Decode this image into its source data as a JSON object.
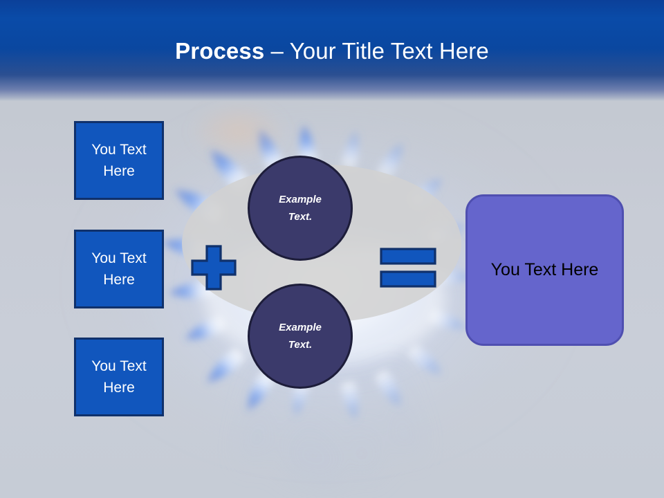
{
  "slide": {
    "title": {
      "strong": "Process",
      "rest": " – Your Title Text Here"
    },
    "header_color": "#0a4ba8",
    "background_color": "#c6ccd6"
  },
  "inputs": {
    "boxes": [
      {
        "label": "You Text Here"
      },
      {
        "label": "You Text Here"
      },
      {
        "label": "You Text Here"
      }
    ],
    "fill_color": "#1156BD",
    "border_color": "#10316b",
    "text_color": "#ffffff"
  },
  "operators": {
    "plus": "+",
    "equals": "=",
    "fill_color": "#1156BD",
    "border_color": "#10316b"
  },
  "circles": [
    {
      "line1": "Example",
      "line2": "Text."
    },
    {
      "line1": "Example",
      "line2": "Text."
    }
  ],
  "circle_style": {
    "fill_color": "#3b3a6b",
    "border_color": "#1d1d3a",
    "text_color": "#ffffff"
  },
  "result": {
    "label": "You Text Here",
    "fill_color": "#6565cc",
    "border_color": "#4f4fb0",
    "text_color": "#000000"
  },
  "backdrop": {
    "ellipse_color": "#d2d2d2",
    "photo_subject": "gas-stove-burner-flame"
  }
}
